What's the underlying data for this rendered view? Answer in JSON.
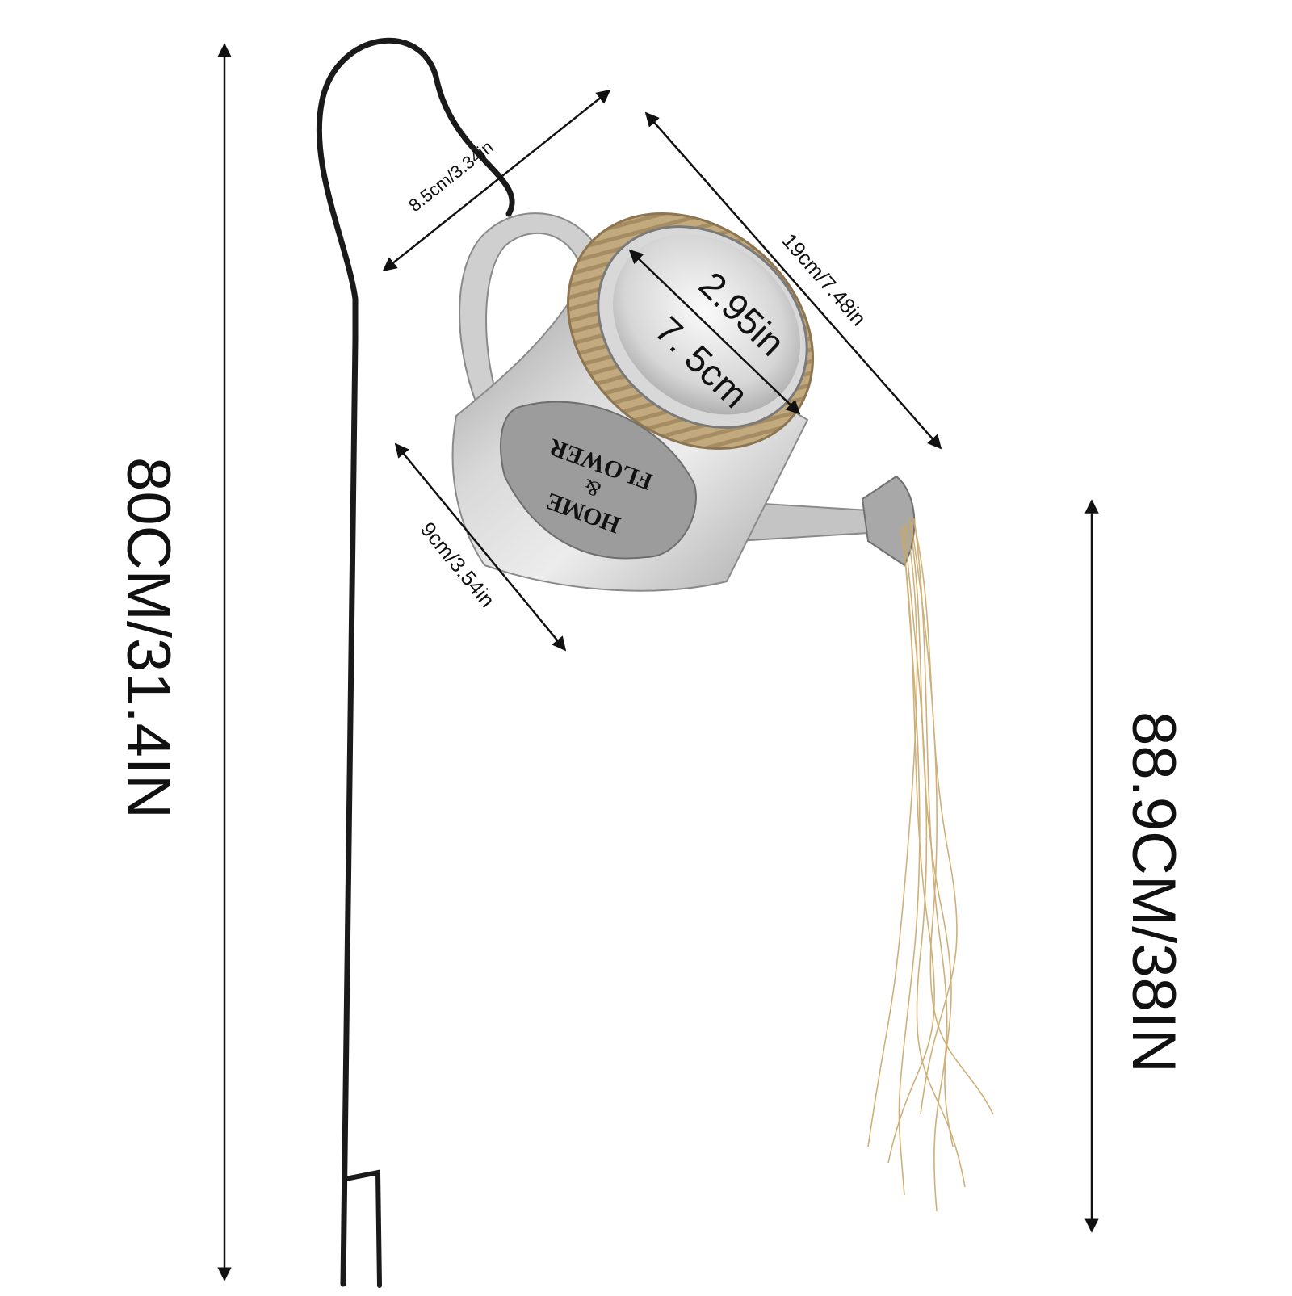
{
  "colors": {
    "background": "#ffffff",
    "ink": "#111111",
    "stake": "#1a1a1a",
    "metal_light": "#e6e6e6",
    "metal_mid": "#bdbdbd",
    "metal_dark": "#8f8f8f",
    "rope": "#b8a07a",
    "rope_dark": "#8c7550",
    "lights": "#c9a86a"
  },
  "dimensions": {
    "stake_height": "80CM/31.4IN",
    "lights_length": "88.9CM/38IN",
    "handle_width": "8.5cm/3.34in",
    "can_length": "19cm/7.48in",
    "can_base": "9cm/3.54in",
    "opening_in": "2.95in",
    "opening_cm": "7. 5cm"
  },
  "label_badge": {
    "line1": "HOME",
    "line2": "&",
    "line3": "FLOWER"
  },
  "icons": [
    "double-arrow-icon"
  ]
}
